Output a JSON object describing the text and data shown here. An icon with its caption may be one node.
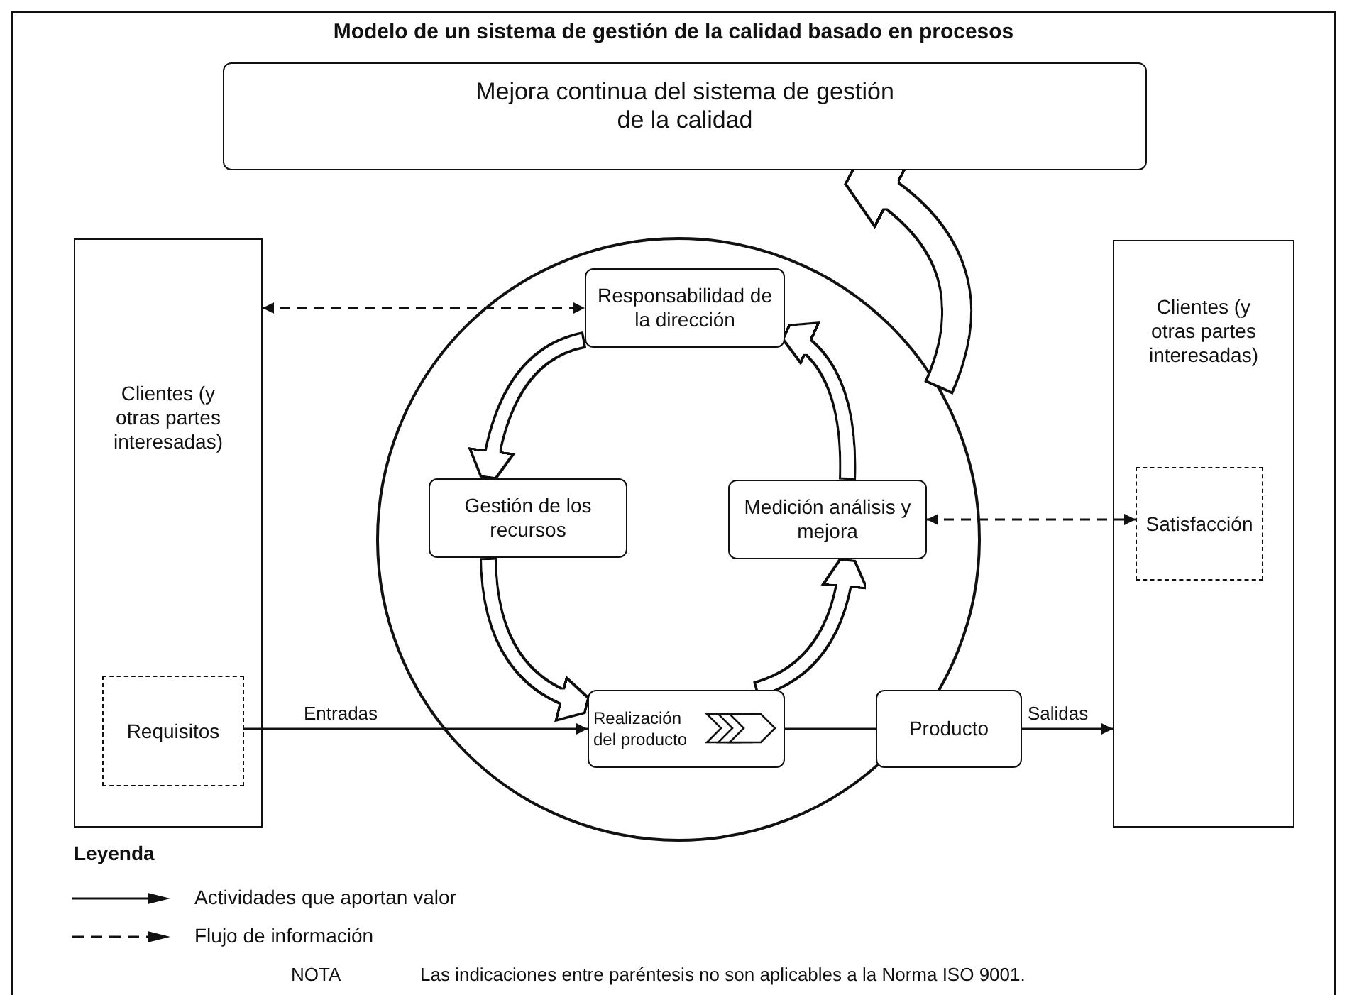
{
  "diagram": {
    "title": "Modelo de un sistema de gestión de la calidad basado en procesos",
    "nodes": [
      {
        "text": [
          "Mejora continua del sistema de gestión de la calidad"
        ]
      },
      {
        "text": [
          "Clientes (y otras partes interesadas)"
        ]
      },
      {
        "text": [
          "Requisitos"
        ],
        "in": 1
      },
      {
        "text": [],
        "shape": "circle"
      },
      {
        "text": [
          "Responsabilidad de la dirección"
        ],
        "in": 3
      },
      {
        "text": [
          "Gestión de los recursos"
        ],
        "in": 3
      },
      {
        "text": [
          "Medición análisis y mejora"
        ],
        "in": 3
      },
      {
        "text": [
          "Realización del producto"
        ],
        "in": 3
      },
      {
        "text": [
          "Producto"
        ]
      },
      {
        "text": [
          "Clientes (y otras partes interesadas)"
        ]
      },
      {
        "text": [
          "Satisfacción"
        ],
        "in": 9
      }
    ],
    "edges": [
      {
        "from": 1,
        "to": 4,
        "arrow": "both",
        "style": "dashed"
      },
      {
        "from": 6,
        "to": 10,
        "arrow": "both",
        "style": "dashed"
      },
      {
        "from": 2,
        "to": 7,
        "arrow": "to",
        "label": "Entradas"
      },
      {
        "from": 7,
        "to": 8,
        "arrow": "none"
      },
      {
        "from": 8,
        "to": 9,
        "arrow": "to",
        "label": "Salidas"
      },
      {
        "from": 4,
        "to": 5,
        "arrow": "to",
        "style": "thick"
      },
      {
        "from": 5,
        "to": 7,
        "arrow": "to",
        "style": "thick"
      },
      {
        "from": 7,
        "to": 6,
        "arrow": "to",
        "style": "thick"
      },
      {
        "from": 6,
        "to": 4,
        "arrow": "to",
        "style": "thick"
      },
      {
        "from": 3,
        "to": 0,
        "arrow": "to",
        "style": "thick"
      }
    ],
    "labels": [
      "Leyenda",
      "NOTA",
      "Las indicaciones entre paréntesis no son aplicables a la Norma ISO 9001."
    ],
    "legend": [
      {
        "text": "Actividades que aportan valor"
      },
      {
        "text": "Flujo de información"
      }
    ]
  }
}
